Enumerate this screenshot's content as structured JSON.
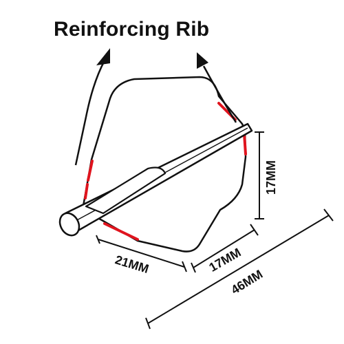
{
  "title": "Reinforcing Rib",
  "dimensions": {
    "left_bottom": "21MM",
    "right_bottom": "17MM",
    "right_side": "17MM",
    "total": "46MM"
  },
  "colors": {
    "outline": "#111111",
    "rib": "#e0141e",
    "background": "#ffffff"
  }
}
